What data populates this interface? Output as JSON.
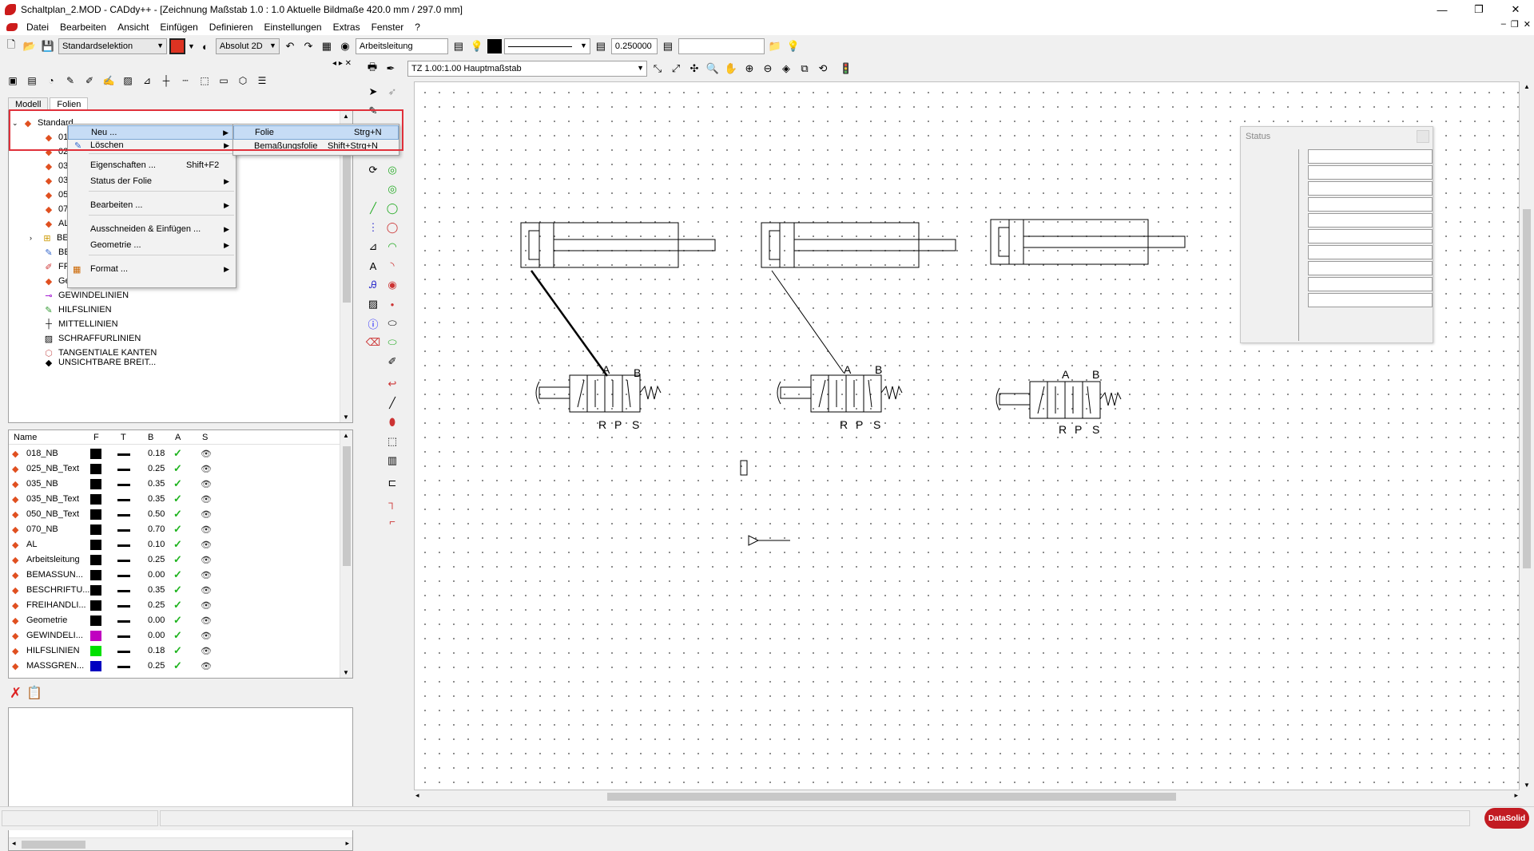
{
  "window": {
    "title": "Schaltplan_2.MOD - CADdy++ - [Zeichnung   Maßstab 1.0 : 1.0   Aktuelle Bildmaße 420.0 mm / 297.0 mm]",
    "minimize": "—",
    "maximize": "❐",
    "close": "✕"
  },
  "menu": [
    "Datei",
    "Bearbeiten",
    "Ansicht",
    "Einfügen",
    "Definieren",
    "Einstellungen",
    "Extras",
    "Fenster",
    "?"
  ],
  "toolbar": {
    "selection_mode": "Standardselektion",
    "coord_mode": "Absolut 2D",
    "layer": "Arbeitsleitung",
    "line_width": "0.250000",
    "empty_field": ""
  },
  "drawing_toolbar": {
    "scale": "TZ 1.00:1.00 Hauptmaßstab"
  },
  "tabs": [
    "Modell",
    "Folien"
  ],
  "tree": {
    "root": "Standard",
    "items": [
      "01",
      "02",
      "03",
      "03",
      "05",
      "07",
      "AL",
      "BE",
      "BE",
      "FR",
      "Ge",
      "GEWINDELINIEN",
      "HILFSLINIEN",
      "MITTELLINIEN",
      "SCHRAFFURLINIEN",
      "TANGENTIALE KANTEN",
      "UNSICHTBARE BREIT..."
    ]
  },
  "context_menu": {
    "items": [
      {
        "label": "Neu ...",
        "shortcut": "",
        "submenu": true
      },
      {
        "label": "Löschen",
        "shortcut": "",
        "submenu": true
      },
      {
        "label": "Eigenschaften ...",
        "shortcut": "Shift+F2",
        "submenu": false
      },
      {
        "label": "Status der Folie",
        "shortcut": "",
        "submenu": true
      },
      {
        "label": "Bearbeiten ...",
        "shortcut": "",
        "submenu": true
      },
      {
        "label": "Ausschneiden & Einfügen ...",
        "shortcut": "",
        "submenu": true
      },
      {
        "label": "Geometrie ...",
        "shortcut": "",
        "submenu": true
      },
      {
        "label": "Format ...",
        "shortcut": "",
        "submenu": true
      }
    ]
  },
  "submenu": {
    "items": [
      {
        "label": "Folie",
        "shortcut": "Strg+N"
      },
      {
        "label": "Bemaßungsfolie",
        "shortcut": "Shift+Strg+N"
      }
    ]
  },
  "layer_table": {
    "headers": [
      "Name",
      "F",
      "T",
      "B",
      "A",
      "S"
    ],
    "rows": [
      {
        "name": "018_NB",
        "color": "#000000",
        "width": "0.18"
      },
      {
        "name": "025_NB_Text",
        "color": "#000000",
        "width": "0.25"
      },
      {
        "name": "035_NB",
        "color": "#000000",
        "width": "0.35"
      },
      {
        "name": "035_NB_Text",
        "color": "#000000",
        "width": "0.35"
      },
      {
        "name": "050_NB_Text",
        "color": "#000000",
        "width": "0.50"
      },
      {
        "name": "070_NB",
        "color": "#000000",
        "width": "0.70"
      },
      {
        "name": "AL",
        "color": "#000000",
        "width": "0.10"
      },
      {
        "name": "Arbeitsleitung",
        "color": "#000000",
        "width": "0.25"
      },
      {
        "name": "BEMASSUN...",
        "color": "#000000",
        "width": "0.00"
      },
      {
        "name": "BESCHRIFTU...",
        "color": "#000000",
        "width": "0.35"
      },
      {
        "name": "FREIHANDLI...",
        "color": "#000000",
        "width": "0.25"
      },
      {
        "name": "Geometrie",
        "color": "#000000",
        "width": "0.00"
      },
      {
        "name": "GEWINDELI...",
        "color": "#c000c0",
        "width": "0.00"
      },
      {
        "name": "HILFSLINIEN",
        "color": "#00e000",
        "width": "0.18"
      },
      {
        "name": "MASSGREN...",
        "color": "#0000c0",
        "width": "0.25"
      }
    ],
    "check": "✓",
    "eye": "👁"
  },
  "status_window": {
    "title": "Status"
  },
  "valves": [
    {
      "a": "A",
      "b": "B",
      "r": "R",
      "p": "P",
      "s": "S"
    },
    {
      "a": "A",
      "b": "B",
      "r": "R",
      "p": "P",
      "s": "S"
    },
    {
      "a": "A",
      "b": "B",
      "r": "R",
      "p": "P",
      "s": "S"
    }
  ],
  "logo": "Data Solid",
  "colors": {
    "highlight_box": "#e0303a",
    "menu_highlight": "#c6dcf5"
  }
}
